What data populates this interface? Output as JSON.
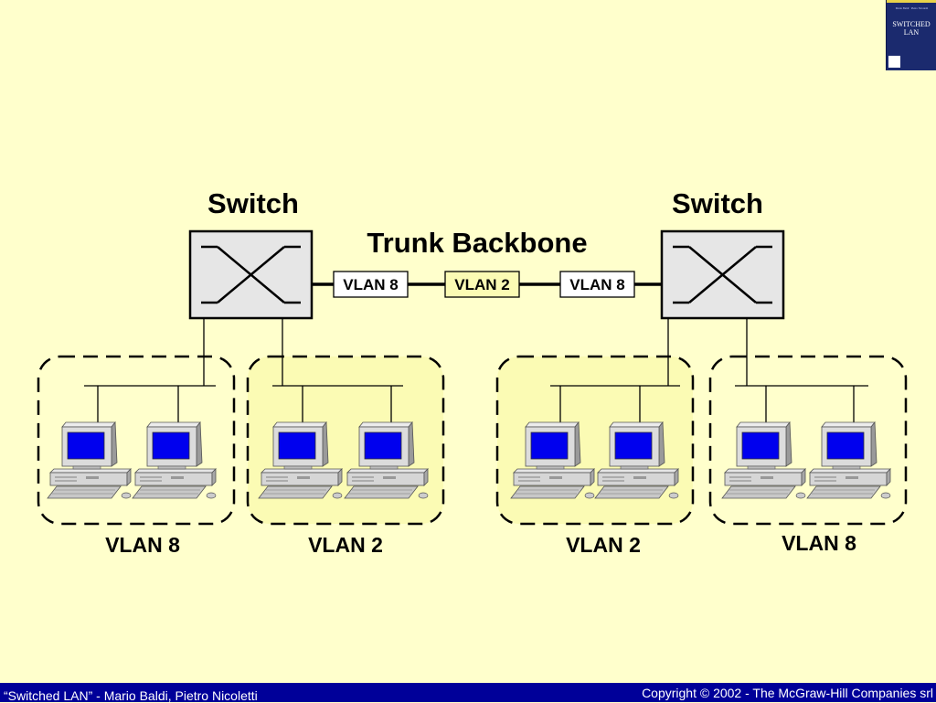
{
  "diagram": {
    "switch_left_label": "Switch",
    "switch_right_label": "Switch",
    "trunk_label": "Trunk Backbone",
    "trunk_tags": [
      "VLAN 8",
      "VLAN 2",
      "VLAN 8"
    ],
    "groups": [
      {
        "label": "VLAN 8",
        "highlight": false
      },
      {
        "label": "VLAN 2",
        "highlight": true
      },
      {
        "label": "VLAN 2",
        "highlight": true
      },
      {
        "label": "VLAN 8",
        "highlight": false
      }
    ]
  },
  "cover": {
    "authors": "Mario Baldi · Pietro Nicoletti",
    "title": "SWITCHED LAN"
  },
  "footer": {
    "left": "“Switched LAN” - Mario Baldi, Pietro Nicoletti",
    "right": "Copyright © 2002 - The McGraw-Hill Companies srl"
  },
  "colors": {
    "background": "#ffffcc",
    "highlight_fill": "#fbfbb4",
    "switch_fill": "#e6e6e6",
    "screen": "#0000ee",
    "footer": "#000099"
  },
  "icons": {
    "switch": "switch-icon",
    "workstation": "desktop-computer-icon",
    "cover": "book-cover-icon"
  }
}
